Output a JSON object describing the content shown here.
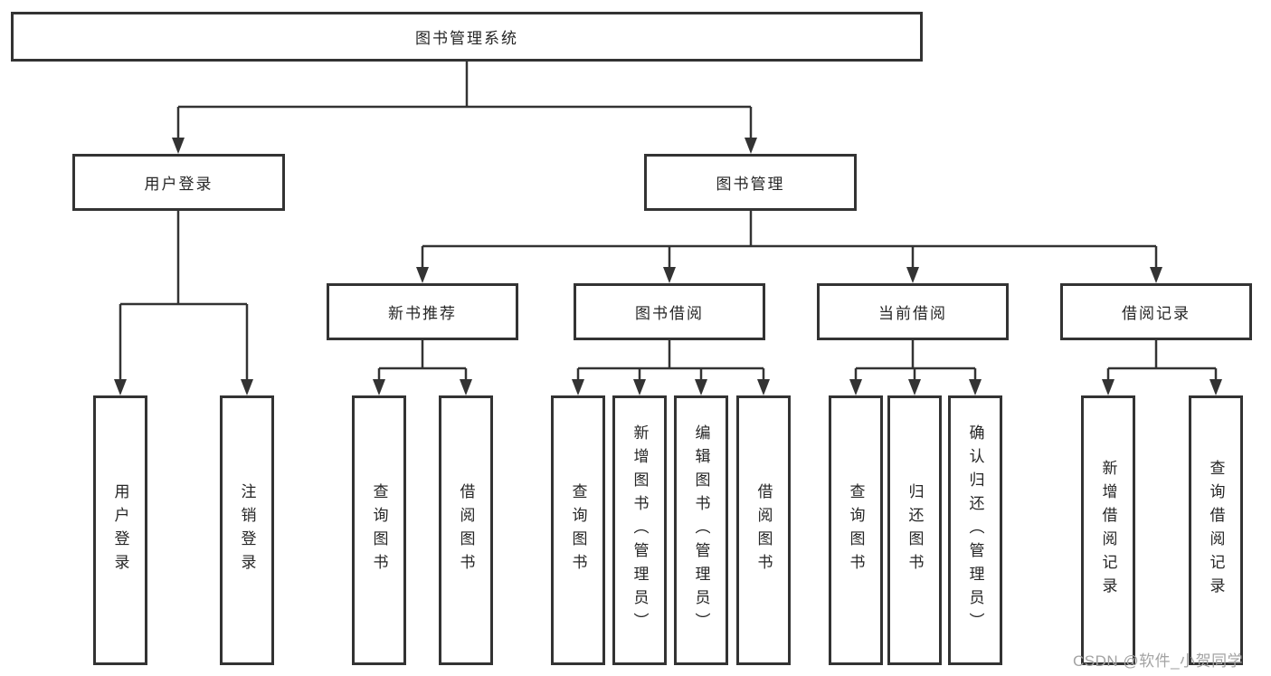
{
  "title": {
    "label": "图书管理系统"
  },
  "nodes": {
    "user_login_branch": "用户登录",
    "book_mgmt_branch": "图书管理",
    "new_book_rec": "新书推荐",
    "book_borrow": "图书借阅",
    "current_borrow": "当前借阅",
    "borrow_records": "借阅记录"
  },
  "leaves": {
    "user_login": [
      "用户登录",
      "注销登录"
    ],
    "new_book_rec": [
      "查询图书",
      "借阅图书"
    ],
    "book_borrow": [
      "查询图书",
      "新增图书（管理员）",
      "编辑图书（管理员）",
      "借阅图书"
    ],
    "current_borrow": [
      "查询图书",
      "归还图书",
      "确认归还（管理员）"
    ],
    "borrow_records": [
      "新增借阅记录",
      "查询借阅记录"
    ]
  },
  "watermark": "CSDN @软件_小贺同学",
  "colors": {
    "line": "#333333",
    "box_border": "#333333",
    "text": "#262626",
    "watermark": "#a3a3a3",
    "background": "#ffffff"
  }
}
